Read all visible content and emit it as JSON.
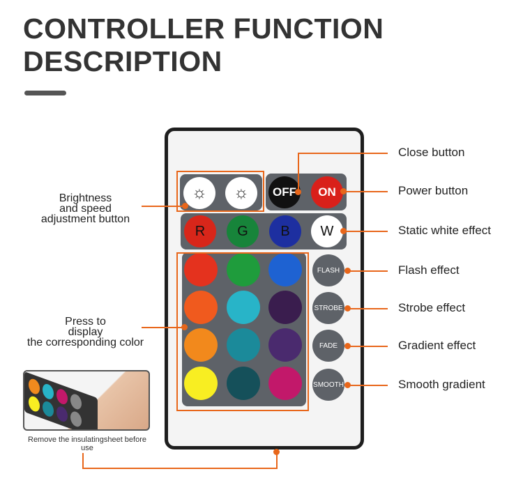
{
  "title": {
    "line1": "CONTROLLER FUNCTION",
    "line2": "DESCRIPTION"
  },
  "remote": {
    "off": "OFF",
    "on": "ON",
    "rgbw": [
      {
        "label": "R",
        "color": "#d8261a"
      },
      {
        "label": "G",
        "color": "#17843a"
      },
      {
        "label": "B",
        "color": "#1d2fa0"
      },
      {
        "label": "W",
        "color": "#ffffff"
      }
    ],
    "colors": [
      "#e4321e",
      "#1f9c3c",
      "#1e62d2",
      "#f05a1e",
      "#28b4c8",
      "#3a1d4e",
      "#f2891c",
      "#1b8a9a",
      "#4a2a6e",
      "#f8ee22",
      "#15505a",
      "#c2186a"
    ],
    "effects": [
      "FLASH",
      "STROBE",
      "FADE",
      "SMOOTH"
    ]
  },
  "callouts": {
    "close": "Close button",
    "power": "Power button",
    "white": "Static white effect",
    "flash": "Flash effect",
    "strobe": "Strobe effect",
    "gradient": "Gradient effect",
    "smooth": "Smooth gradient",
    "brightness": [
      "Brightness",
      "and speed",
      "adjustment button"
    ],
    "press": [
      "Press to",
      "display",
      "the corresponding color"
    ]
  },
  "inset_caption": "Remove the insulatingsheet before use",
  "accent": "#e8661a"
}
